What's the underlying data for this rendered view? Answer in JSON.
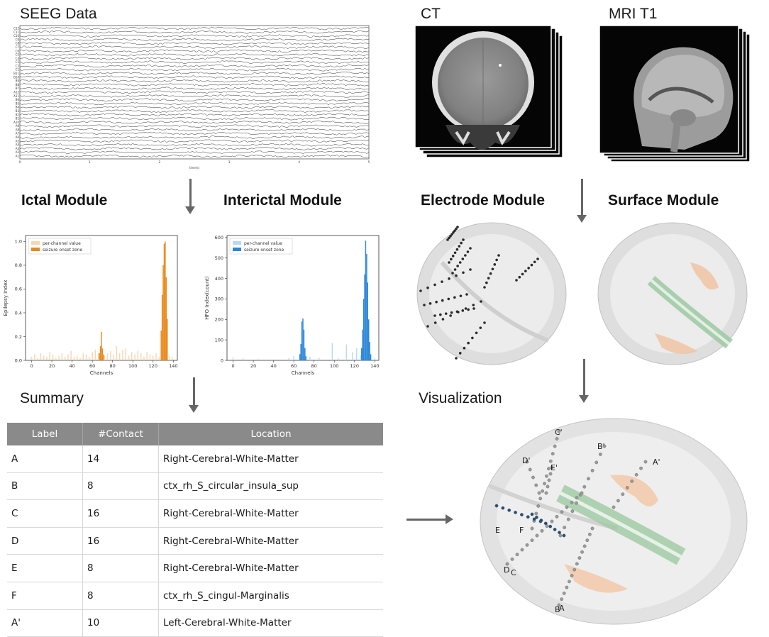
{
  "sections": {
    "seeg": "SEEG Data",
    "ct": "CT",
    "mri": "MRI T1",
    "ictal": "Ictal Module",
    "interictal": "Interictal Module",
    "electrode": "Electrode Module",
    "surface": "Surface Module",
    "summary": "Summary",
    "visualization": "Visualization"
  },
  "seeg_channels": [
    "C12",
    "C11",
    "C10",
    "C9",
    "C8",
    "C7",
    "C6",
    "C5",
    "C4",
    "C3",
    "C2",
    "C1",
    "B11",
    "B10",
    "B9",
    "B8",
    "B7",
    "A12",
    "A11",
    "B6",
    "B5",
    "B4",
    "B3",
    "B2",
    "B1",
    "A10",
    "A9",
    "A8",
    "A7",
    "A6",
    "A5",
    "A4",
    "A3",
    "A2",
    "A1"
  ],
  "seeg_xaxis": {
    "label": "time(s)",
    "ticks": [
      "0",
      "1",
      "2",
      "3",
      "4",
      "5"
    ]
  },
  "table": {
    "headers": [
      "Label",
      "#Contact",
      "Location"
    ],
    "rows": [
      [
        "A",
        "14",
        "Right-Cerebral-White-Matter"
      ],
      [
        "B",
        "8",
        "ctx_rh_S_circular_insula_sup"
      ],
      [
        "C",
        "16",
        "Right-Cerebral-White-Matter"
      ],
      [
        "D",
        "16",
        "Right-Cerebral-White-Matter"
      ],
      [
        "E",
        "8",
        "Right-Cerebral-White-Matter"
      ],
      [
        "F",
        "8",
        "ctx_rh_S_cingul-Marginalis"
      ],
      [
        "A'",
        "10",
        "Left-Cerebral-White-Matter"
      ]
    ]
  },
  "viz_labels": [
    "C'",
    "B'",
    "D'",
    "E'",
    "A'",
    "E",
    "F",
    "D",
    "C",
    "B",
    "A"
  ],
  "chart_data": [
    {
      "type": "bar",
      "ylabel": "Epilepsy Index",
      "xlabel": "Channels",
      "ylim": [
        0,
        1.05
      ],
      "xlim": [
        -6,
        144
      ],
      "xticks": [
        0,
        20,
        40,
        60,
        80,
        100,
        120,
        140
      ],
      "yticks": [
        0.0,
        0.2,
        0.4,
        0.6,
        0.8,
        1.0
      ],
      "legend": {
        "position": "top-left",
        "entries": [
          "per-channel value",
          "seizure onset zone"
        ]
      },
      "colors": {
        "background": "#f7d6b2",
        "highlight": "#e8891c"
      },
      "series": [
        {
          "name": "per-channel value",
          "x": [
            0,
            3,
            6,
            9,
            12,
            15,
            18,
            21,
            24,
            27,
            30,
            33,
            36,
            39,
            42,
            45,
            48,
            51,
            54,
            57,
            60,
            63,
            66,
            69,
            72,
            75,
            78,
            81,
            84,
            87,
            90,
            93,
            96,
            99,
            102,
            105,
            108,
            111,
            114,
            117,
            120,
            123,
            126,
            136,
            139
          ],
          "values": [
            0.03,
            0.05,
            0.02,
            0.06,
            0.04,
            0.03,
            0.07,
            0.05,
            0.02,
            0.04,
            0.06,
            0.03,
            0.05,
            0.08,
            0.03,
            0.04,
            0.02,
            0.06,
            0.05,
            0.03,
            0.07,
            0.09,
            0.06,
            0.05,
            0.04,
            0.06,
            0.08,
            0.05,
            0.12,
            0.06,
            0.09,
            0.1,
            0.04,
            0.07,
            0.05,
            0.08,
            0.06,
            0.03,
            0.07,
            0.05,
            0.04,
            0.06,
            0.03,
            0.04,
            0.03
          ]
        },
        {
          "name": "seizure onset zone",
          "x": [
            67,
            68,
            69,
            70,
            71,
            128,
            129,
            130,
            131,
            132,
            133,
            134
          ],
          "values": [
            0.06,
            0.12,
            0.24,
            0.1,
            0.05,
            0.25,
            0.55,
            0.8,
            0.98,
            1.0,
            0.7,
            0.35
          ]
        }
      ]
    },
    {
      "type": "bar",
      "ylabel": "HFO Index(count)",
      "xlabel": "Channels",
      "ylim": [
        0,
        610
      ],
      "xlim": [
        -6,
        144
      ],
      "xticks": [
        0,
        20,
        40,
        60,
        80,
        100,
        120,
        140
      ],
      "yticks": [
        0,
        100,
        200,
        300,
        400,
        500,
        600
      ],
      "legend": {
        "position": "top-left",
        "entries": [
          "per-channel value",
          "seizure onset zone"
        ]
      },
      "colors": {
        "background": "#b8d8f4",
        "highlight": "#2b87d9"
      },
      "series": [
        {
          "name": "per-channel value",
          "x": [
            0,
            10,
            25,
            40,
            55,
            60,
            76,
            85,
            98,
            104,
            112,
            118,
            122,
            126,
            140
          ],
          "values": [
            15,
            8,
            6,
            5,
            10,
            20,
            18,
            12,
            85,
            10,
            78,
            40,
            60,
            25,
            10
          ]
        },
        {
          "name": "seizure onset zone",
          "x": [
            66,
            67,
            68,
            69,
            70,
            71,
            72,
            127,
            128,
            129,
            130,
            131,
            132,
            133,
            134,
            135,
            136
          ],
          "values": [
            30,
            80,
            190,
            205,
            150,
            60,
            20,
            60,
            150,
            300,
            420,
            585,
            520,
            380,
            200,
            90,
            30
          ]
        }
      ]
    }
  ]
}
